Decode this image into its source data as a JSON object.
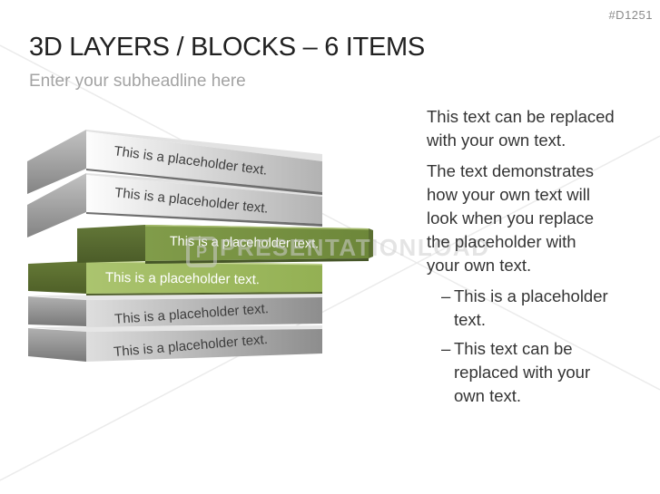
{
  "slide": {
    "code": "#D1251",
    "title": "3D LAYERS / BLOCKS – 6 ITEMS",
    "subheadline": "Enter your subheadline here"
  },
  "blocks": [
    {
      "label": "This is a placeholder text.",
      "color": "#c7c7c7",
      "text_color": "#3e3e3e"
    },
    {
      "label": "This is a placeholder text.",
      "color": "#c7c7c7",
      "text_color": "#3e3e3e"
    },
    {
      "label": "This is a placeholder text.",
      "color": "#7a9440",
      "text_color": "#ffffff"
    },
    {
      "label": "This is a placeholder text.",
      "color": "#a2bd66",
      "text_color": "#ffffff"
    },
    {
      "label": "This is a placeholder text.",
      "color": "#a8a8a8",
      "text_color": "#3e3e3e"
    },
    {
      "label": "This is a placeholder text.",
      "color": "#a8a8a8",
      "text_color": "#3e3e3e"
    }
  ],
  "right_column": {
    "paragraphs": [
      "This text can be replaced\nwith your own text.",
      "The text demonstrates\nhow your own text will\nlook when you replace\nthe placeholder with\nyour own text."
    ],
    "bullet_marker": "–",
    "bullets": [
      "This is a placeholder\ntext.",
      "This text can be\nreplaced with your\nown text."
    ]
  },
  "watermark": {
    "logo_letter": "P",
    "text": "PRESENTATIONLOAD"
  }
}
